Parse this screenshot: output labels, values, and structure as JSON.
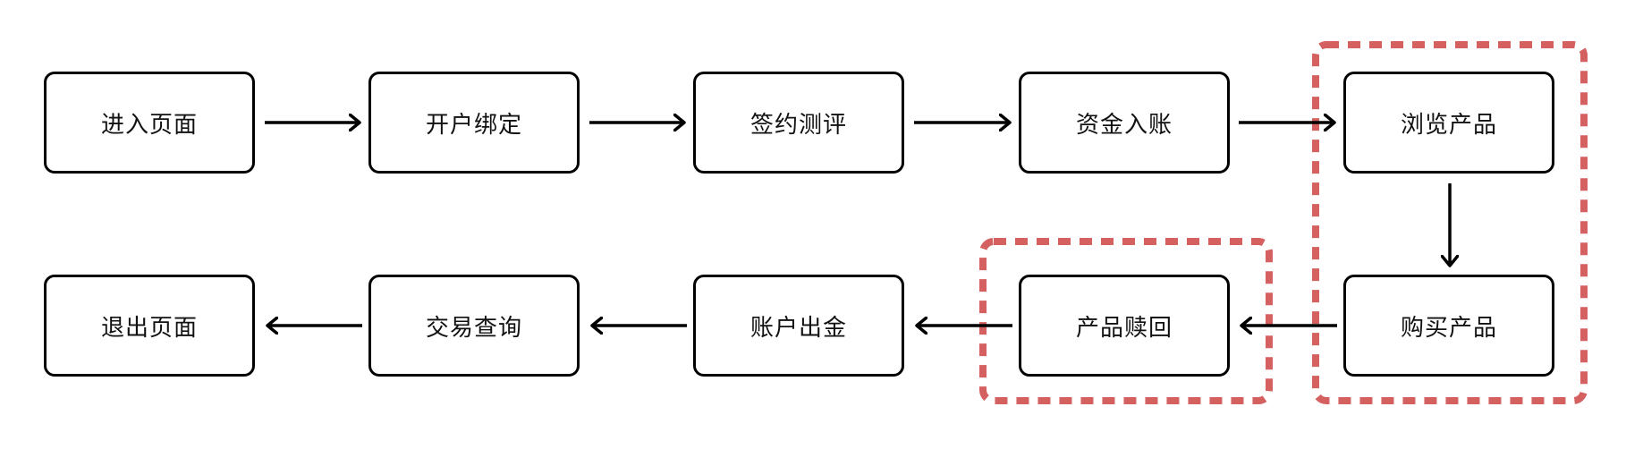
{
  "colors": {
    "node_border": "#000000",
    "arrow": "#000000",
    "highlight": "#d46060"
  },
  "nodes": [
    {
      "id": "enter",
      "label": "进入页面"
    },
    {
      "id": "open-account",
      "label": "开户绑定"
    },
    {
      "id": "sign-assess",
      "label": "签约测评"
    },
    {
      "id": "deposit",
      "label": "资金入账"
    },
    {
      "id": "browse",
      "label": "浏览产品"
    },
    {
      "id": "exit",
      "label": "退出页面"
    },
    {
      "id": "query",
      "label": "交易查询"
    },
    {
      "id": "withdraw",
      "label": "账户出金"
    },
    {
      "id": "redeem",
      "label": "产品赎回"
    },
    {
      "id": "buy",
      "label": "购买产品"
    }
  ],
  "edges": [
    {
      "from": "enter",
      "to": "open-account"
    },
    {
      "from": "open-account",
      "to": "sign-assess"
    },
    {
      "from": "sign-assess",
      "to": "deposit"
    },
    {
      "from": "deposit",
      "to": "browse"
    },
    {
      "from": "browse",
      "to": "buy"
    },
    {
      "from": "buy",
      "to": "redeem"
    },
    {
      "from": "redeem",
      "to": "withdraw"
    },
    {
      "from": "withdraw",
      "to": "query"
    },
    {
      "from": "query",
      "to": "exit"
    }
  ],
  "highlight_groups": [
    {
      "name": "browse-buy-group",
      "members": [
        "browse",
        "buy"
      ]
    },
    {
      "name": "redeem-group",
      "members": [
        "redeem"
      ]
    }
  ]
}
